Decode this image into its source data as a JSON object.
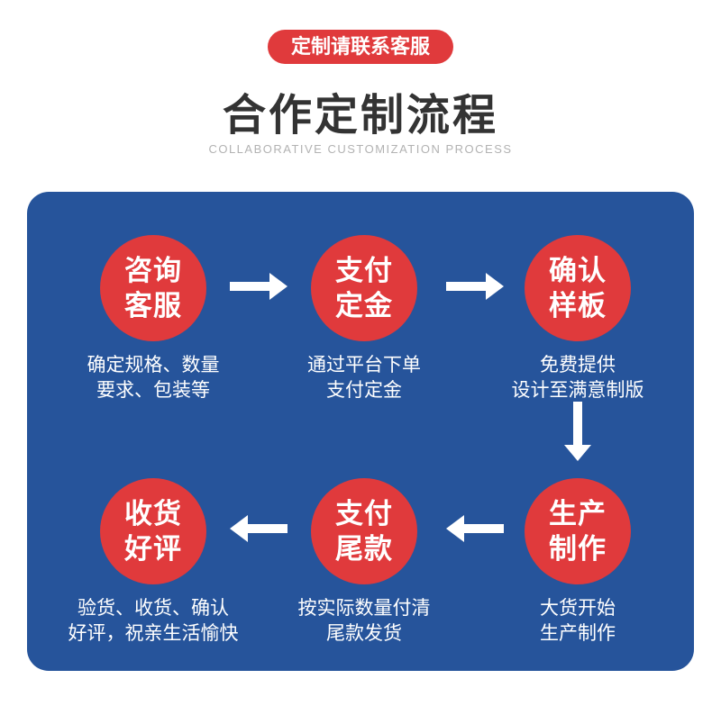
{
  "badge": {
    "label": "定制请联系客服"
  },
  "header": {
    "title": "合作定制流程",
    "subtitle": "COLLABORATIVE CUSTOMIZATION PROCESS"
  },
  "colors": {
    "panel_blue": "#26549b",
    "accent_red": "#e03a3c",
    "title_dark": "#333333",
    "subtitle_gray": "#b2b2b2",
    "text_white": "#ffffff"
  },
  "flow": {
    "steps": [
      {
        "circle_line1": "咨询",
        "circle_line2": "客服",
        "caption_line1": "确定规格、数量",
        "caption_line2": "要求、包装等"
      },
      {
        "circle_line1": "支付",
        "circle_line2": "定金",
        "caption_line1": "通过平台下单",
        "caption_line2": "支付定金"
      },
      {
        "circle_line1": "确认",
        "circle_line2": "样板",
        "caption_line1": "免费提供",
        "caption_line2": "设计至满意制版"
      },
      {
        "circle_line1": "生产",
        "circle_line2": "制作",
        "caption_line1": "大货开始",
        "caption_line2": "生产制作"
      },
      {
        "circle_line1": "支付",
        "circle_line2": "尾款",
        "caption_line1": "按实际数量付清",
        "caption_line2": "尾款发货"
      },
      {
        "circle_line1": "收货",
        "circle_line2": "好评",
        "caption_line1": "验货、收货、确认",
        "caption_line2": "好评，祝亲生活愉快"
      }
    ]
  }
}
